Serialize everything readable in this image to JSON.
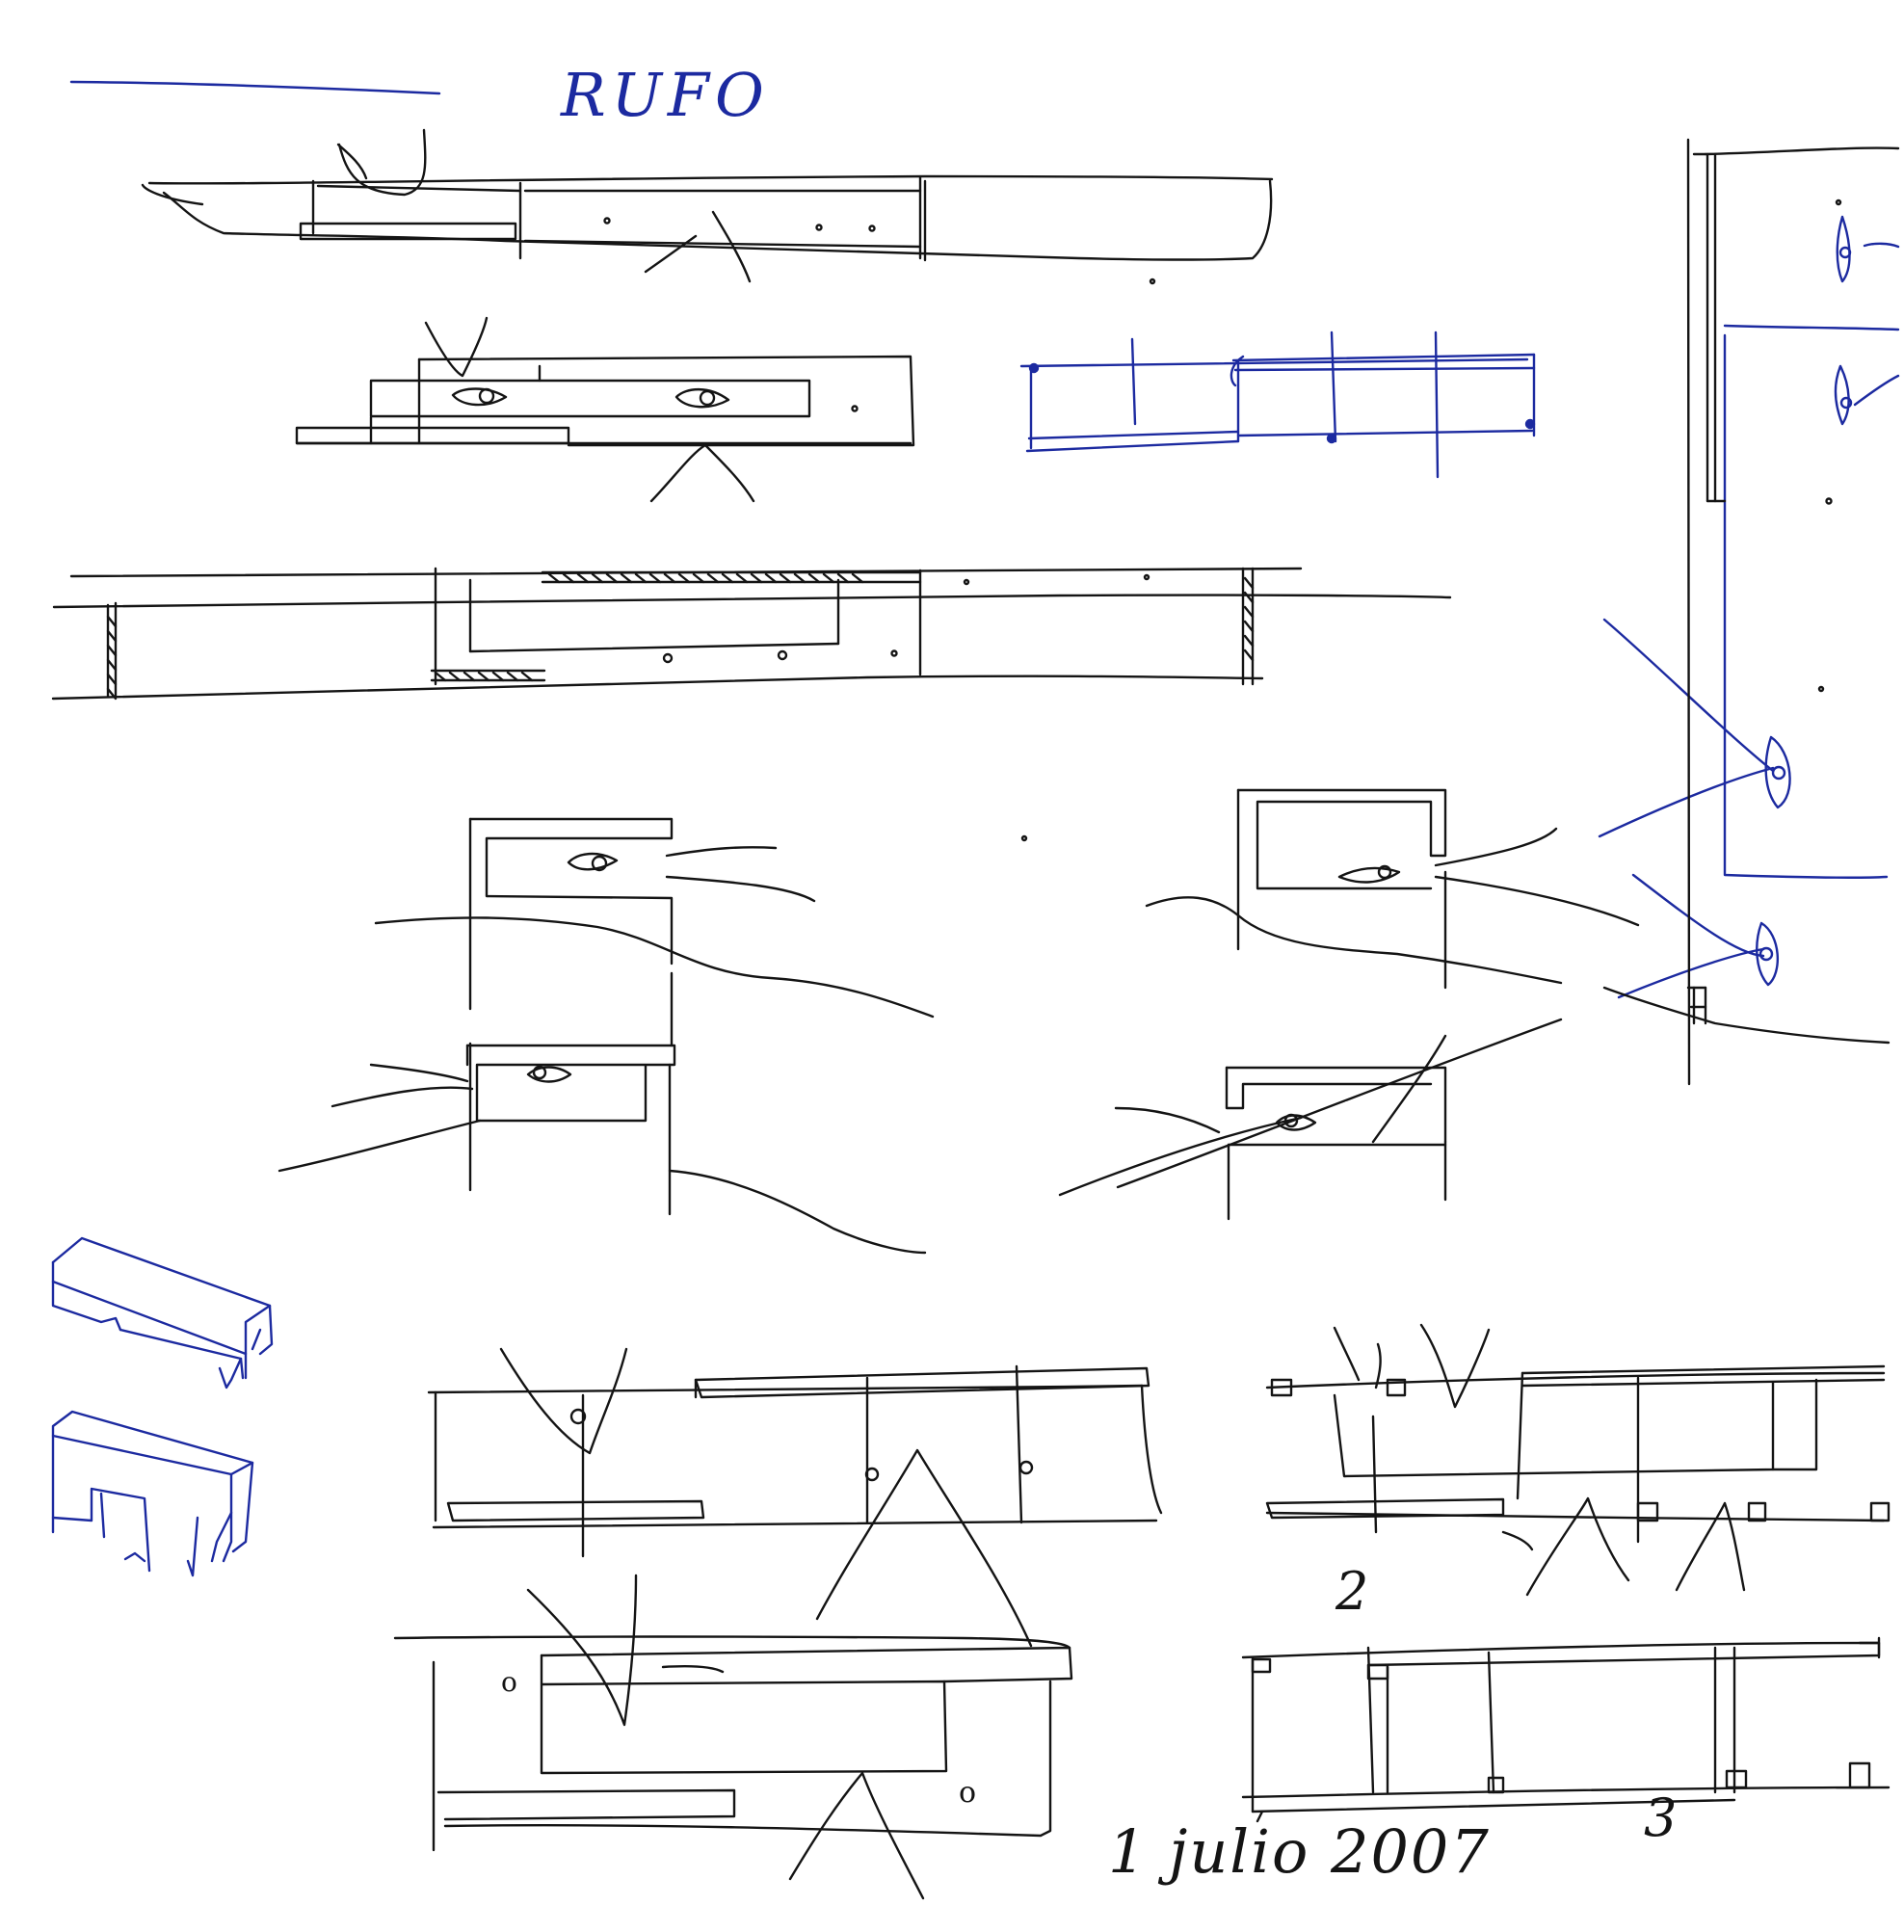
{
  "sheet": {
    "kind": "hand-drawn architectural sketches",
    "notes": {
      "title": "RUFO",
      "number_2": "2",
      "number_3": "3",
      "date": "1 julio 2007"
    },
    "colors": {
      "paper": "#ffffff",
      "black_ink": "#141414",
      "blue_ink": "#1c2aa0"
    }
  }
}
